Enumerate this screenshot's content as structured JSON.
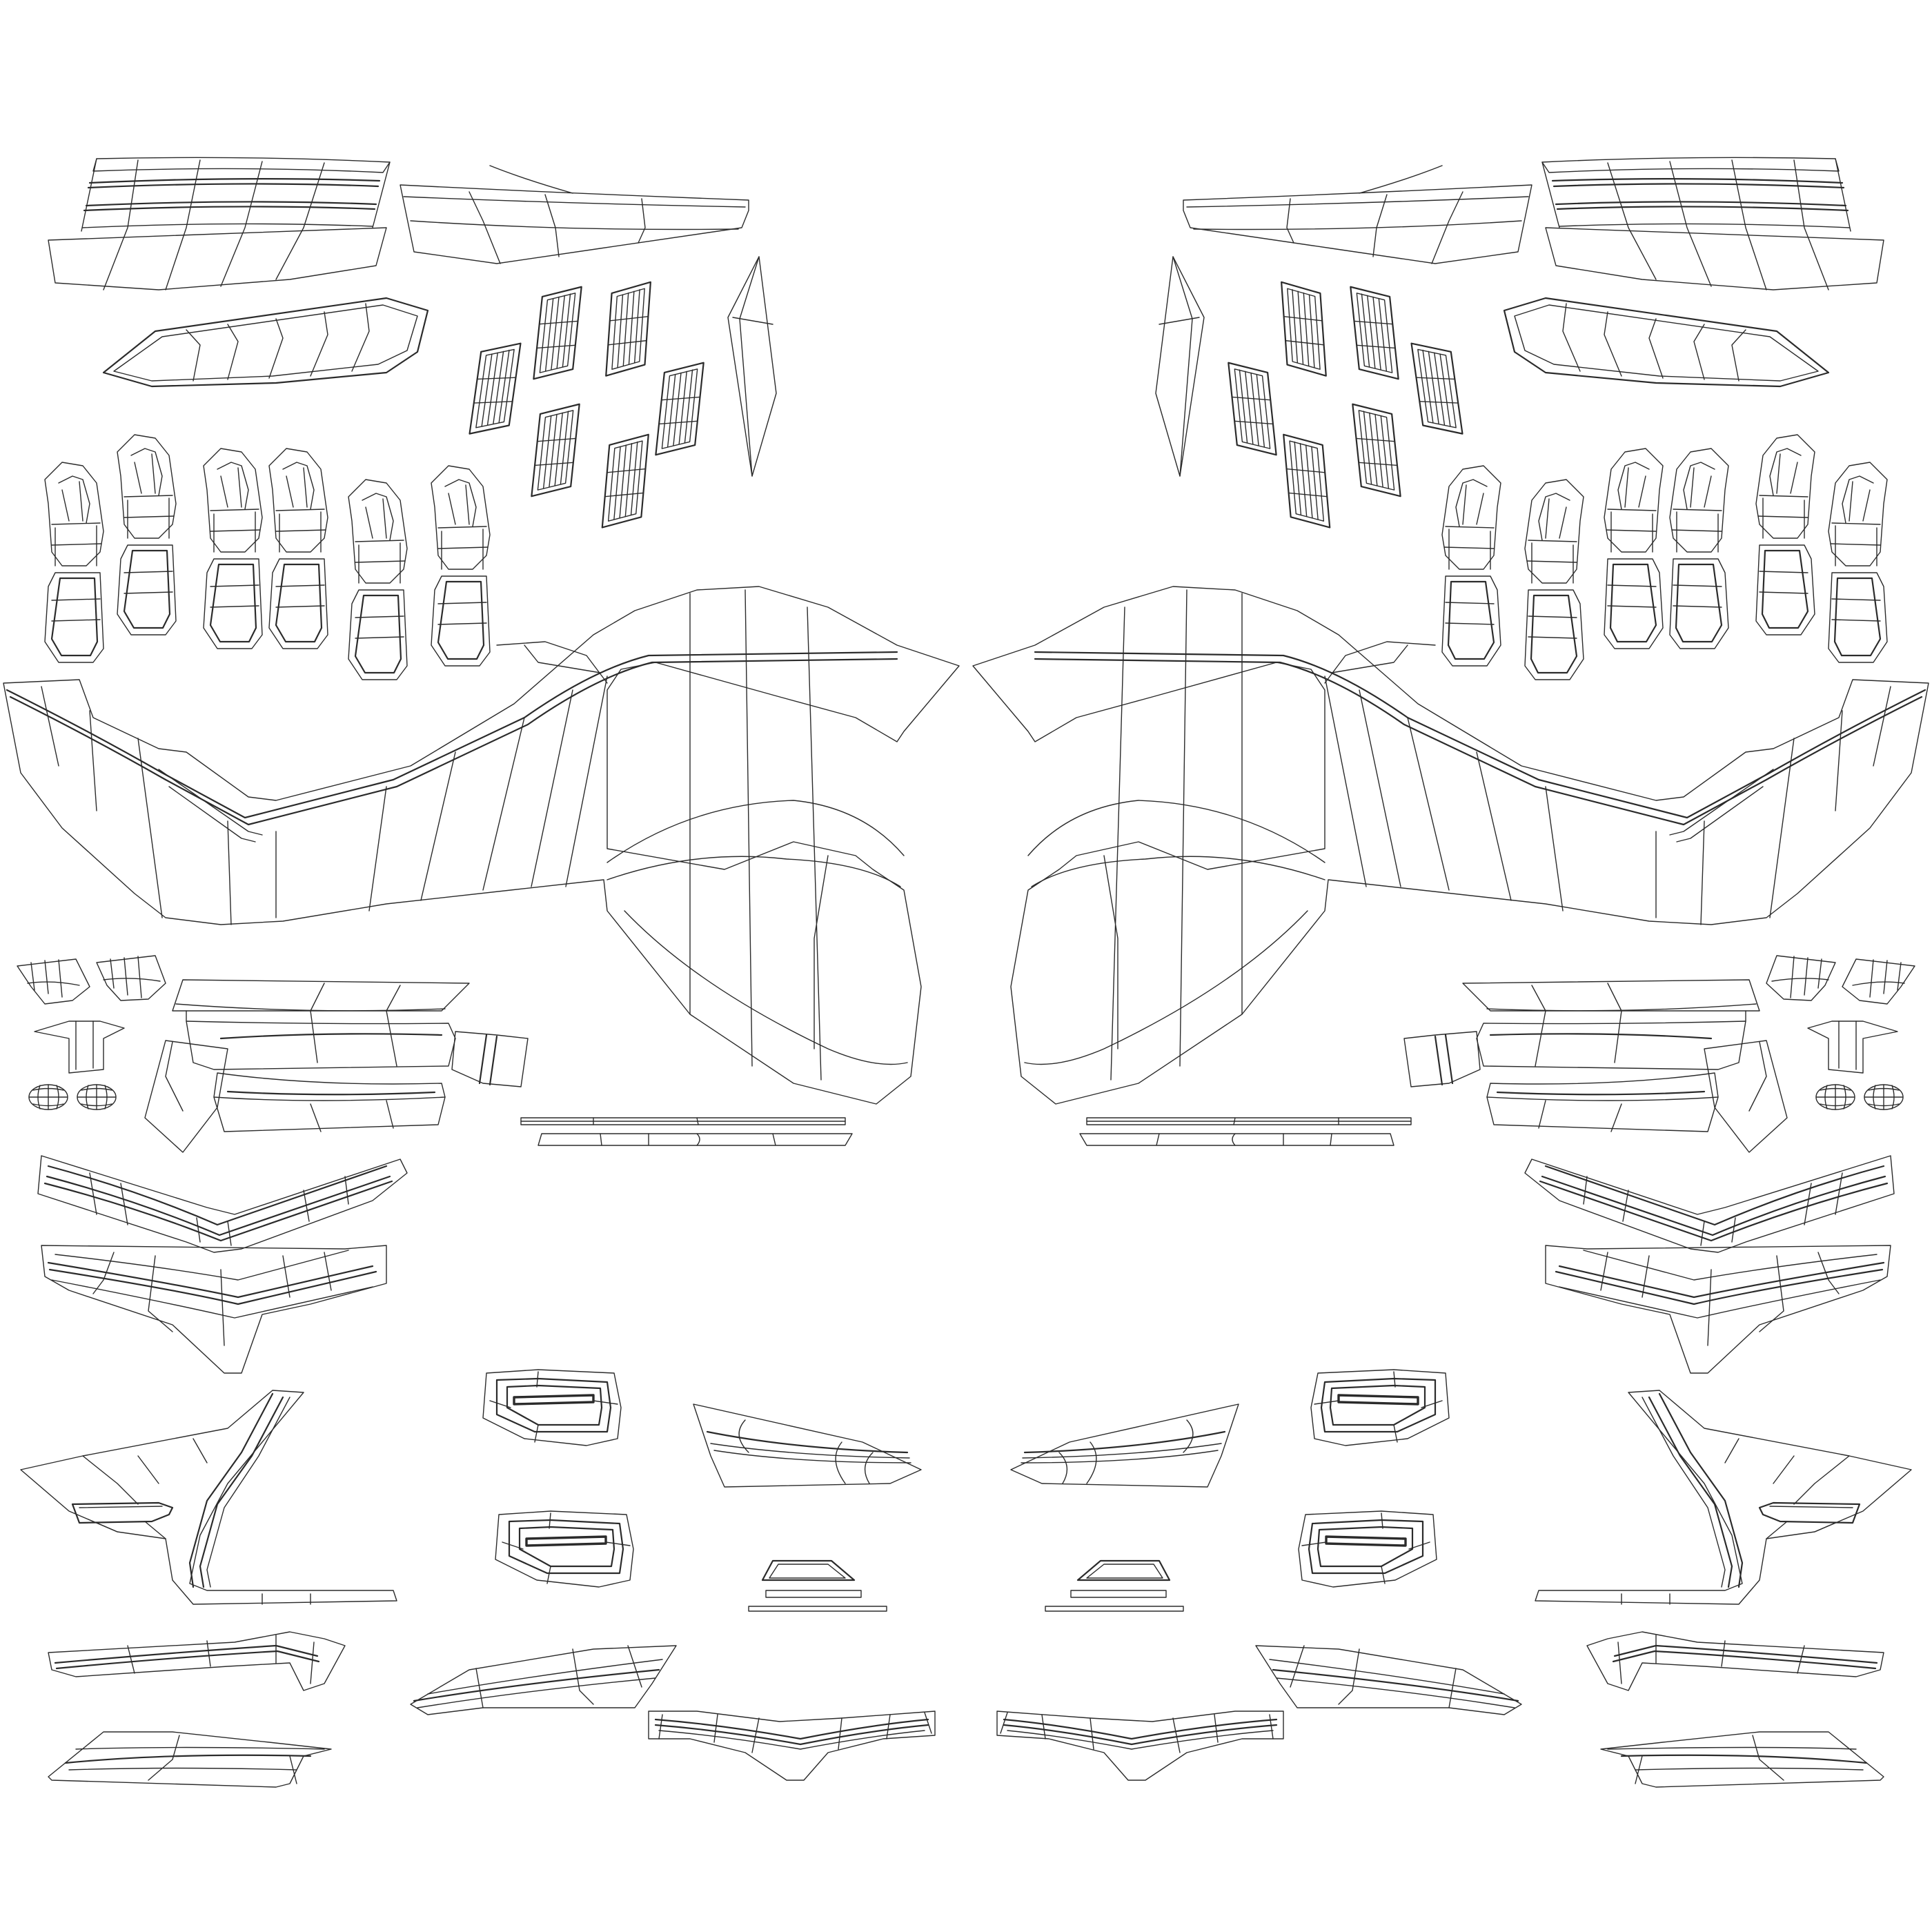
{
  "colors": {
    "background": "#ffffff",
    "wire": "#2b2b2b"
  },
  "diagram": {
    "kind": "uv-wireframe-layout",
    "symmetry": "mirrored-left-right",
    "pieces": [
      "upper-grille-strip",
      "upper-bumper-panel",
      "headlight-outline",
      "vent-slat-group",
      "diamond-panel",
      "clip-row",
      "main-bumper-shell",
      "small-clip-cluster",
      "mid-bar-assembly",
      "thin-strip-pair",
      "wing-chevron",
      "wing-lower",
      "fog-housing",
      "scoop-panel",
      "side-arm",
      "small-vent",
      "lower-strip",
      "lower-strip-2",
      "bottom-chevron"
    ]
  }
}
